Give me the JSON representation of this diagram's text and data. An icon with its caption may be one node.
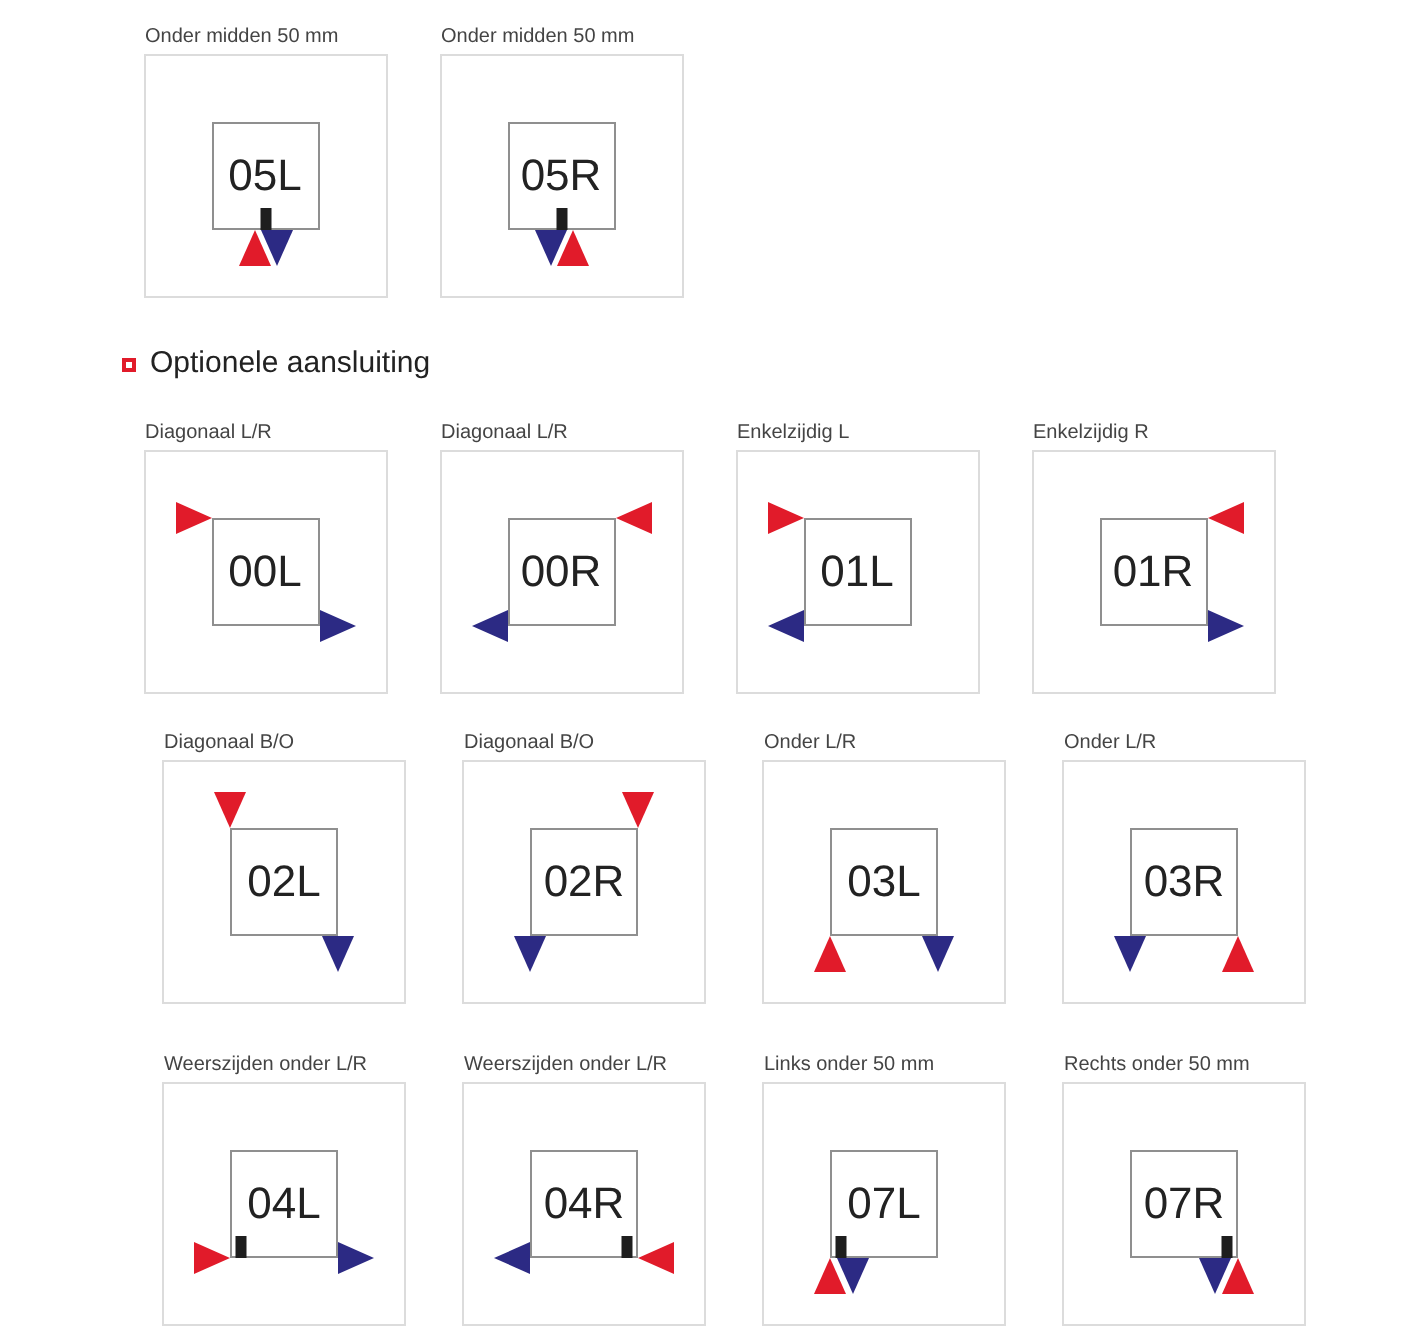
{
  "diagram": {
    "nodes": [
      {
        "text": [
          "Onder midden 50 mm"
        ]
      },
      {
        "text": [
          "05L"
        ],
        "in": 0
      },
      {
        "text": [
          "Onder midden 50 mm"
        ]
      },
      {
        "text": [
          "05R"
        ],
        "in": 2
      },
      {
        "text": [
          "Diagonaal L/R"
        ]
      },
      {
        "text": [
          "00L"
        ],
        "in": 4
      },
      {
        "text": [
          "Diagonaal L/R"
        ]
      },
      {
        "text": [
          "00R"
        ],
        "in": 6
      },
      {
        "text": [
          "Enkelzijdig L"
        ]
      },
      {
        "text": [
          "01L"
        ],
        "in": 8
      },
      {
        "text": [
          "Enkelzijdig R"
        ]
      },
      {
        "text": [
          "01R"
        ],
        "in": 10
      },
      {
        "text": [
          "Diagonaal B/O"
        ]
      },
      {
        "text": [
          "02L"
        ],
        "in": 12
      },
      {
        "text": [
          "Diagonaal B/O"
        ]
      },
      {
        "text": [
          "02R"
        ],
        "in": 14
      },
      {
        "text": [
          "Onder L/R"
        ]
      },
      {
        "text": [
          "03L"
        ],
        "in": 16
      },
      {
        "text": [
          "Onder L/R"
        ]
      },
      {
        "text": [
          "03R"
        ],
        "in": 18
      },
      {
        "text": [
          "Weerszijden onder L/R"
        ]
      },
      {
        "text": [
          "04L"
        ],
        "in": 20
      },
      {
        "text": [
          "Weerszijden onder L/R"
        ]
      },
      {
        "text": [
          "04R"
        ],
        "in": 22
      },
      {
        "text": [
          "Links onder 50 mm"
        ]
      },
      {
        "text": [
          "07L"
        ],
        "in": 24
      },
      {
        "text": [
          "Rechts onder 50 mm"
        ]
      },
      {
        "text": [
          "07R"
        ],
        "in": 26
      }
    ],
    "labels": [
      "Optionele aansluiting"
    ]
  }
}
